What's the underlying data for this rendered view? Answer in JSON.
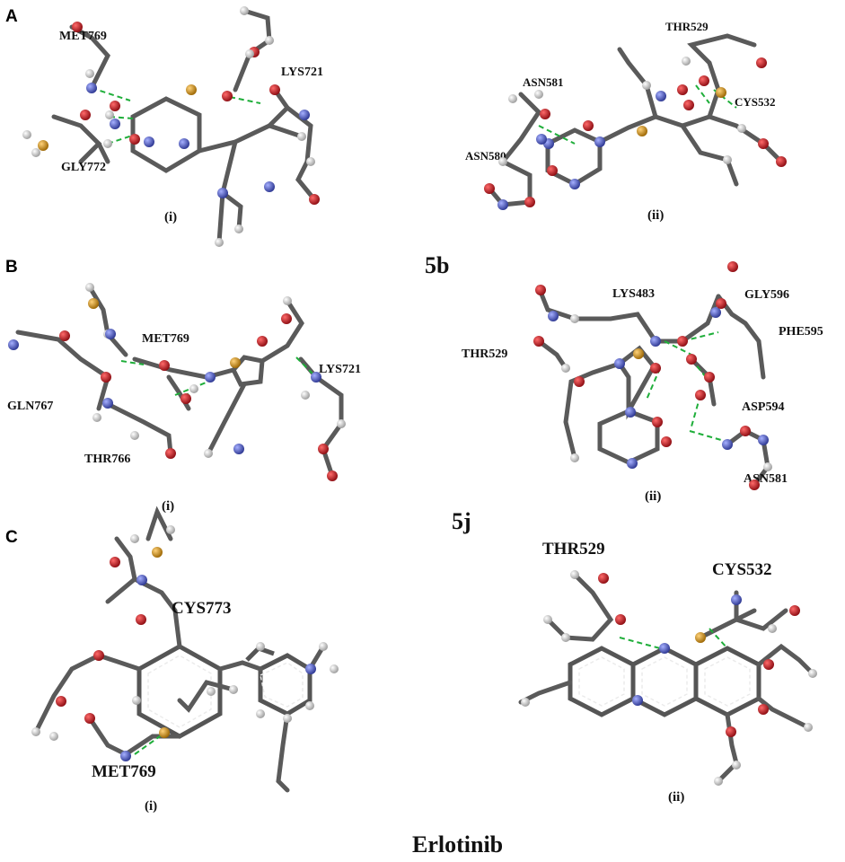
{
  "panels": {
    "A": {
      "letter": "A",
      "left": {
        "sublabel": "(i)",
        "residues": [
          "MET769",
          "LYS721",
          "GLY772"
        ]
      },
      "right": {
        "sublabel": "(ii)",
        "residues": [
          "THR529",
          "ASN581",
          "CYS532",
          "ASN580"
        ]
      }
    },
    "B": {
      "letter": "B",
      "left": {
        "sublabel": "(i)",
        "residues": [
          "MET769",
          "LYS721",
          "GLN767",
          "THR766"
        ]
      },
      "right": {
        "sublabel": "(ii)",
        "residues": [
          "LYS483",
          "GLY596",
          "PHE595",
          "THR529",
          "ASP594",
          "ASN581"
        ]
      }
    },
    "C": {
      "letter": "C",
      "left": {
        "sublabel": "(i)",
        "residues": [
          "CYS773",
          "MET769"
        ]
      },
      "right": {
        "sublabel": "(ii)",
        "residues": [
          "THR529",
          "CYS532"
        ]
      }
    }
  },
  "compound_labels": {
    "a": "5b",
    "b": "5j",
    "c": "Erlotinib"
  },
  "colors": {
    "carbon": "#5a5a5a",
    "hydrogen": "#d8d8d8",
    "oxygen": "#c0141c",
    "nitrogen": "#5560c8",
    "sulfur": "#c98a12",
    "hbond": "#1fae3a"
  }
}
